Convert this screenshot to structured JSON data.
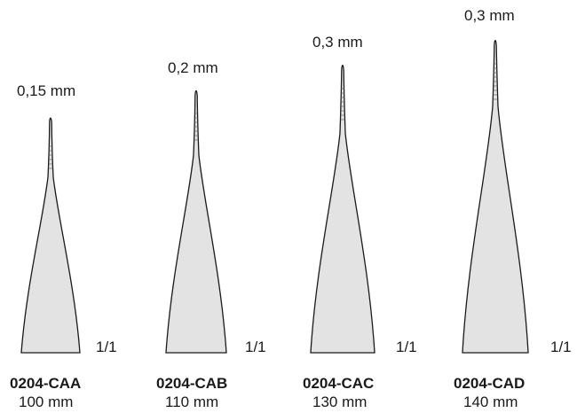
{
  "items": [
    {
      "tip": "0,15 mm",
      "code": "0204-CAA",
      "length": "100 mm",
      "scale": "1/1"
    },
    {
      "tip": "0,2 mm",
      "code": "0204-CAB",
      "length": "110 mm",
      "scale": "1/1"
    },
    {
      "tip": "0,3 mm",
      "code": "0204-CAC",
      "length": "130 mm",
      "scale": "1/1"
    },
    {
      "tip": "0,3 mm",
      "code": "0204-CAD",
      "length": "140 mm",
      "scale": "1/1"
    }
  ],
  "colors": {
    "fill": "#e3e3e3",
    "outline": "#1a1a1a",
    "text": "#1a1a1a"
  }
}
